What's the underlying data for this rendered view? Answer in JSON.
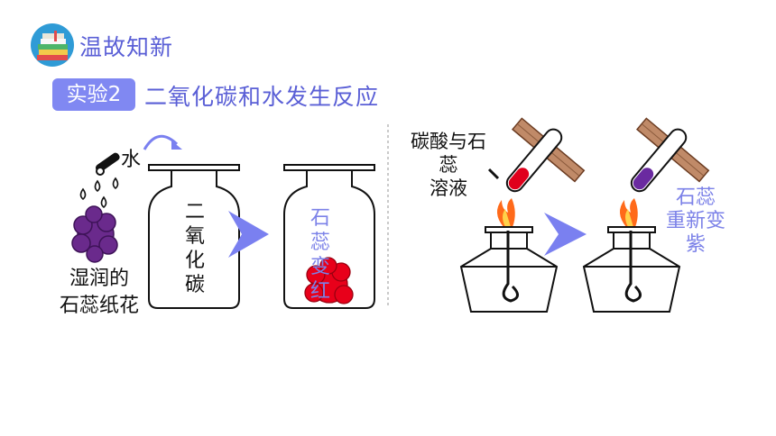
{
  "header": {
    "title": "温故知新",
    "icon": "books-icon"
  },
  "experiment": {
    "badge": "实验2",
    "title": "二氧化碳和水发生反应"
  },
  "left_panel": {
    "water_label": "水",
    "flower_caption_line1": "湿润的",
    "flower_caption_line2": "石蕊纸花",
    "jar1_label": [
      "二",
      "氧",
      "化",
      "碳"
    ],
    "jar2_label": [
      "石",
      "蕊",
      "变",
      "红"
    ]
  },
  "right_panel": {
    "solution_label": [
      "碳酸与石",
      "蕊",
      "溶液"
    ],
    "result_label": [
      "石蕊",
      "重新变",
      "紫"
    ]
  },
  "colors": {
    "accent": "#5a5fd6",
    "badge": "#8088f2",
    "arrow": "#7a80f0",
    "purple_flower": "#6a2a8c",
    "red_flower": "#e8001a",
    "red_liquid": "#e0001c",
    "purple_liquid": "#6a2aa0",
    "clamp_wood": "#c08a68"
  }
}
